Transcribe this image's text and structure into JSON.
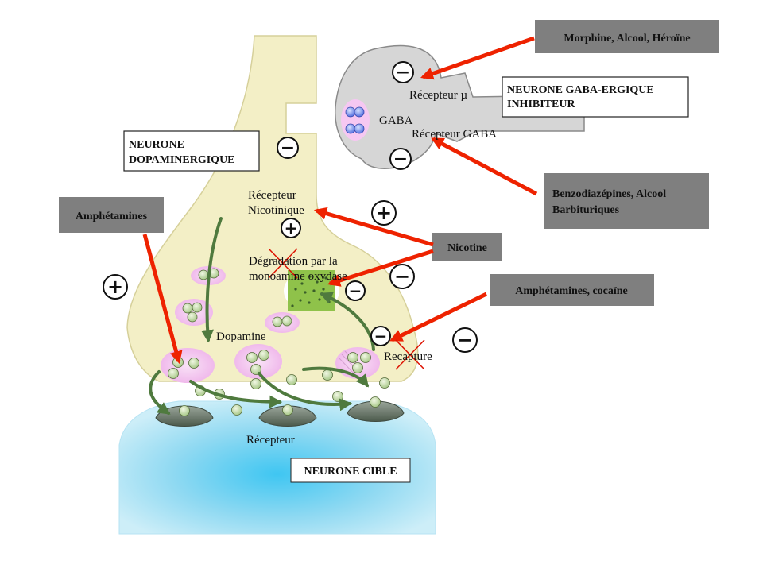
{
  "colors": {
    "dopaminergic_neuron": "#f3efc6",
    "gaba_neuron": "#d4d4d4",
    "target_neuron": "#8ed8f0",
    "drug_box": "#7f7f7f",
    "arrow": "#ee2200",
    "vesicle": "#f5c8f0",
    "molecule": "#cfe4a8",
    "enzyme": "#8fc24a"
  },
  "labels": {
    "neurone_dopaminergique": [
      "NEURONE",
      "DOPAMINERGIQUE"
    ],
    "neurone_gaba": [
      "NEURONE GABA-ERGIQUE",
      "INHIBITEUR"
    ],
    "neurone_cible": "NEURONE CIBLE",
    "gaba": "GABA",
    "recepteur_mu": "Récepteur µ",
    "recepteur_gaba": "Récepteur GABA",
    "recepteur_nicotinique": [
      "Récepteur",
      "Nicotinique"
    ],
    "degradation": [
      "Dégradation par la",
      "monoamine oxydase"
    ],
    "dopamine": "Dopamine",
    "recapture": "Recapture",
    "recepteur": "Récepteur"
  },
  "drugs": {
    "morphine": "Morphine, Alcool, Héroïne",
    "benzo": [
      "Benzodiazépines, Alcool",
      "Barbituriques"
    ],
    "nicotine": "Nicotine",
    "amphetamines": "Amphétamines",
    "amph_cocaine": "Amphétamines, cocaïne"
  },
  "signs": {
    "minus": "−",
    "plus": "+"
  },
  "icons": [
    "minus-circle-icon",
    "plus-circle-icon",
    "cross-mark-icon",
    "red-arrow-icon",
    "green-arrow-icon"
  ]
}
